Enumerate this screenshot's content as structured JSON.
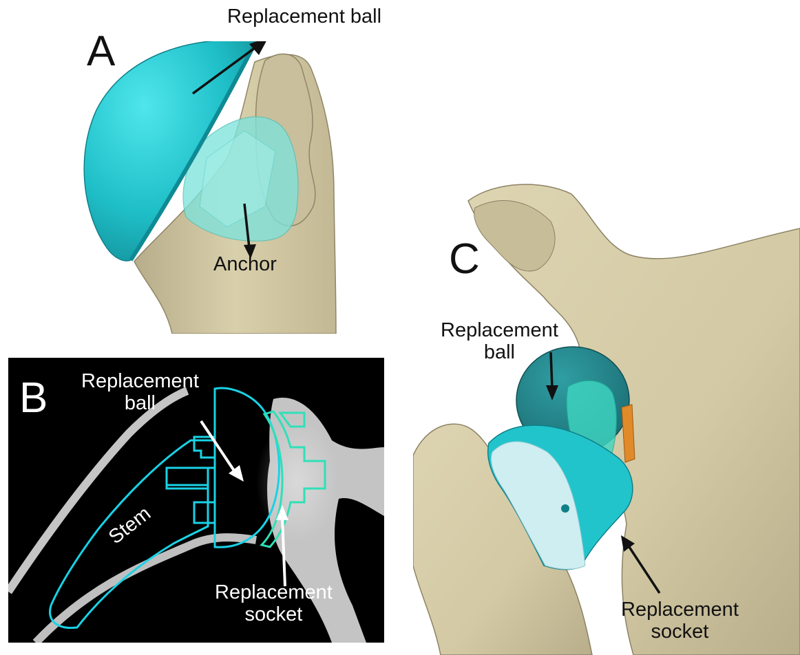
{
  "panels": {
    "a": {
      "letter": "A",
      "ball_label": "Replacement ball",
      "anchor_label": "Anchor"
    },
    "b": {
      "letter": "B",
      "ball_label_line1": "Replacement",
      "ball_label_line2": "ball",
      "stem_label": "Stem",
      "socket_label_line1": "Replacement",
      "socket_label_line2": "socket"
    },
    "c": {
      "letter": "C",
      "ball_label_line1": "Replacement",
      "ball_label_line2": "ball",
      "socket_label_line1": "Replacement",
      "socket_label_line2": "socket"
    }
  },
  "colors": {
    "bone": "#d6cca8",
    "bone_shadow": "#9c9173",
    "implant_cyan": "#22c4cc",
    "implant_translucent": "#7ee3dc",
    "outline_cyan": "#19d2e6",
    "outline_teal": "#2fe0b8",
    "socket_light": "#cfeef2",
    "orange": "#e08a2a",
    "ct_background": "#000000"
  }
}
